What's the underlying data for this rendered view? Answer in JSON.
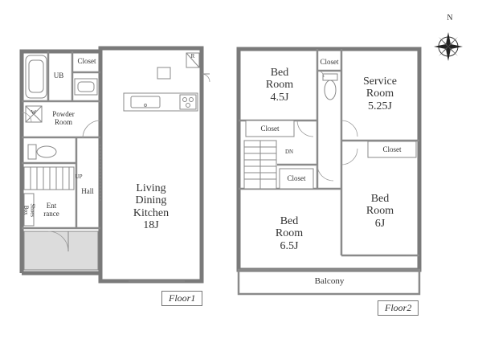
{
  "floor1": {
    "tag": "Floor1",
    "rooms": {
      "closet": "Closet",
      "ub": "UB",
      "powder_room": "Powder\nRoom",
      "w": "W",
      "r": "R",
      "living": "Living\nDining\nKitchen\n18J",
      "up": "UP",
      "hall": "Hall",
      "entrance": "Ent\nrance",
      "shoes_box": "Shoes\nBox"
    }
  },
  "floor2": {
    "tag": "Floor2",
    "rooms": {
      "bed1": "Bed\nRoom\n4.5J",
      "closet_a": "Closet",
      "closet_b": "Closet",
      "service": "Service\nRoom\n5.25J",
      "closet_c": "Closet",
      "closet_d": "Closet",
      "dn": "DN",
      "bed2": "Bed\nRoom\n6.5J",
      "bed3": "Bed\nRoom\n6J",
      "balcony": "Balcony"
    }
  },
  "compass": {
    "north": "N"
  }
}
